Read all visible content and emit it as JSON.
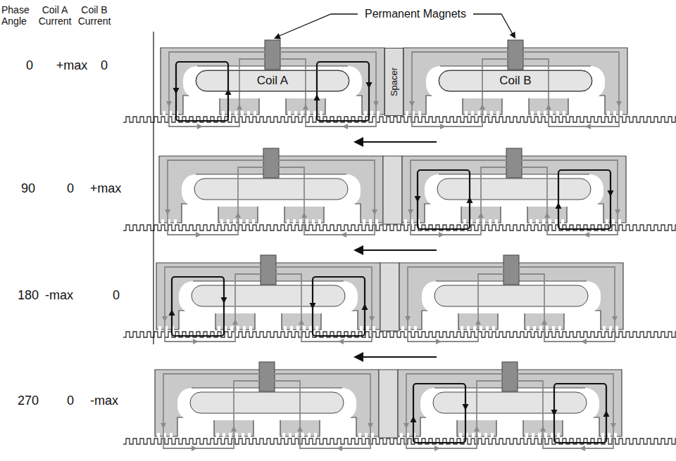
{
  "diagram": {
    "nodes": [
      {
        "text": [
          "Coil A"
        ]
      },
      {
        "text": [
          "Spacer"
        ]
      },
      {
        "text": [
          "Coil B"
        ]
      }
    ],
    "labels": [
      "Phase Angle",
      "Coil A Current",
      "Coil B Current",
      "Permanent Magnets",
      "0",
      "+max",
      "0",
      "90",
      "0",
      "+max",
      "180",
      "-max",
      "0",
      "270",
      "0",
      "-max"
    ]
  }
}
